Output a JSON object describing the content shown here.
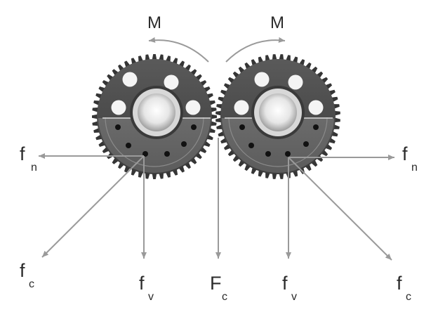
{
  "diagram": {
    "moment_label": "M",
    "labels": {
      "fn": {
        "main": "f",
        "sub": "n"
      },
      "fc": {
        "main": "f",
        "sub": "c"
      },
      "fv": {
        "main": "f",
        "sub": "v"
      },
      "Fc": {
        "main": "F",
        "sub": "c"
      }
    },
    "colors": {
      "arrow": "#9a9a9a",
      "gear_body": "#4a4a4a",
      "gear_tooth": "#3a3a3a",
      "gear_lower": "#6a6a6a",
      "hub": "#bfbfbf",
      "text": "#2b2b2b"
    }
  }
}
